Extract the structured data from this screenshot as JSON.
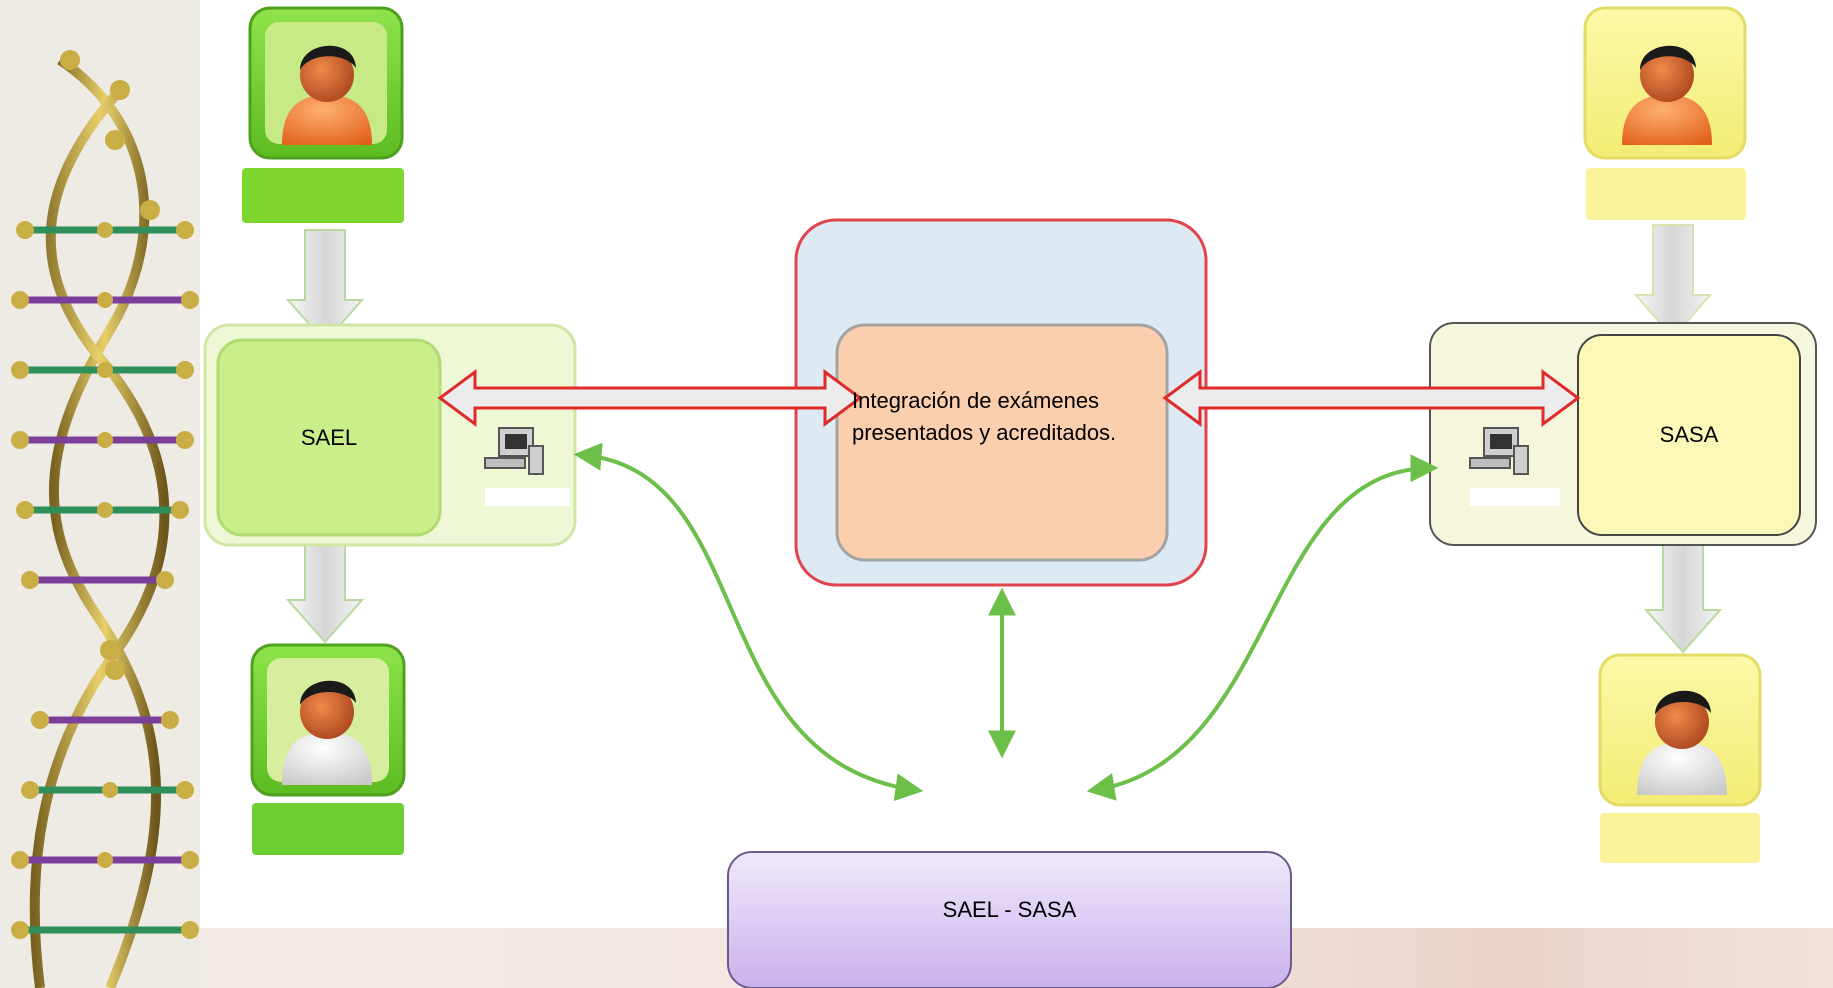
{
  "nodes": {
    "sael": {
      "label": "SAEL"
    },
    "sasa": {
      "label": "SASA"
    },
    "integration": {
      "label_line1": "Integración de exámenes",
      "label_line2": "presentados y acreditados."
    },
    "combined": {
      "label": "SAEL - SASA"
    }
  },
  "colors": {
    "green_panel": "#c7ea87",
    "green_inner": "#e9f8bf",
    "yellow_inner": "#fbf8b8",
    "orange_box": "#fbcfae",
    "blue_box": "#dde9f3",
    "red_border": "#e2444e",
    "purple_box": "#d9c9f0",
    "green_arrow": "#6cc04a",
    "red_arrow": "#e02a2a"
  },
  "icons": [
    "person-icon",
    "computer-icon",
    "dna-helix-icon"
  ]
}
